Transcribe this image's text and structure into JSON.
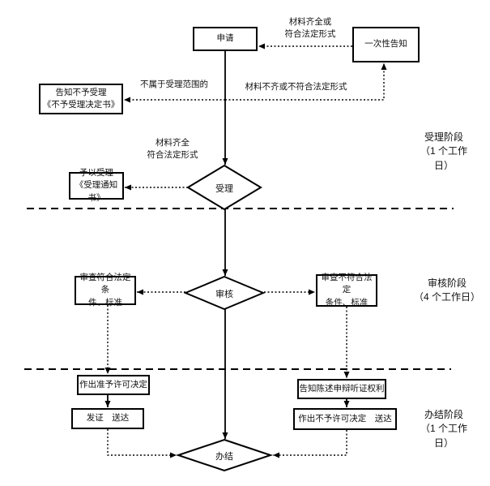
{
  "palette": {
    "stroke": "#000000",
    "background": "#ffffff",
    "text": "#111111"
  },
  "nodes": {
    "apply": {
      "label": "申请"
    },
    "one_time_notice": {
      "label": "一次性告知"
    },
    "notify_rejection": {
      "label": "告知不予受理\n《不予受理决定书》"
    },
    "accept_notice": {
      "label": "予以受理\n《受理通知书》"
    },
    "accept_diamond": {
      "label": "受理"
    },
    "review_diamond": {
      "label": "审核"
    },
    "review_pass": {
      "label": "审查符合法定条\n件、标准"
    },
    "review_fail": {
      "label": "审查不符合法定\n条件、标准"
    },
    "grant_decision": {
      "label": "作出准予许可决定"
    },
    "issue_deliver": {
      "label": "发证　送达"
    },
    "hearing_rights": {
      "label": "告知陈述申辩听证权利"
    },
    "deny_decision": {
      "label": "作出不予许可决定　送达"
    },
    "close_diamond": {
      "label": "办结"
    }
  },
  "edge_labels": {
    "materials_complete_top": "材料齐全或\n符合法定形式",
    "not_in_scope": "不属于受理范围的",
    "materials_incomplete": "材料不齐或不符合法定形式",
    "materials_complete_mid": "材料齐全\n符合法定形式"
  },
  "stage_labels": {
    "accept_stage": "受理阶段\n（1 个工作\n日）",
    "review_stage": "审核阶段\n（4 个工作日）",
    "close_stage": "办结阶段\n（1 个工作\n日）"
  }
}
